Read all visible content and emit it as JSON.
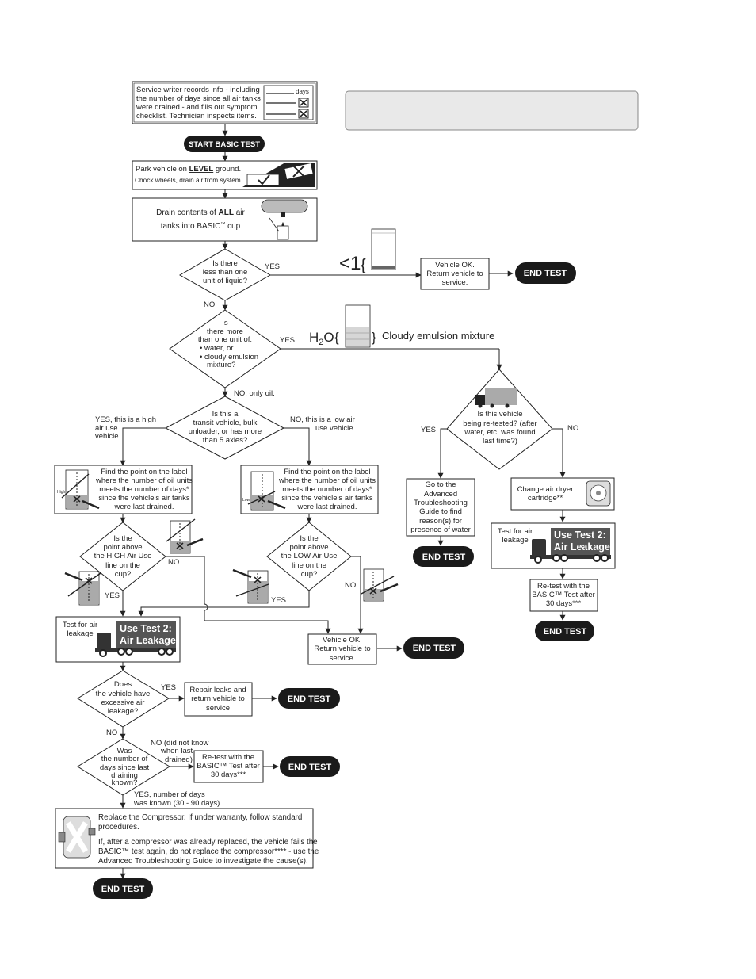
{
  "intro": {
    "lines": [
      "Service writer records info - including",
      "the number of days since all air tanks",
      "were drained - and fills out symptom",
      "checklist. Technician inspects items."
    ],
    "days_label": "days"
  },
  "start_label": "START BASIC TEST",
  "end_label": "END TEST",
  "park": {
    "pre": "Park vehicle on ",
    "level": "LEVEL",
    "post": " ground.",
    "line2": "Chock wheels, drain air from system."
  },
  "drain": {
    "pre": "Drain contents of ",
    "all": "ALL",
    "post": " air",
    "line2": "tanks into BASIC",
    "tm": "™",
    "line2_end": " cup"
  },
  "q1": {
    "lines": [
      "Is there",
      "less than one",
      "unit of liquid?"
    ],
    "yes": "YES",
    "no": "NO",
    "lt1": "<1"
  },
  "ok1": {
    "lines": [
      "Vehicle OK.",
      "Return vehicle to",
      "service."
    ]
  },
  "q2": {
    "lines": [
      "Is",
      "there more",
      "than one unit of:",
      "• water, or",
      "• cloudy emulsion",
      "mixture?"
    ],
    "yes": "YES",
    "no": "NO, only oil."
  },
  "h2o": {
    "h": "H",
    "sub": "2",
    "o": "O",
    "brace_open": "{",
    "brace_close": "}",
    "label": "Cloudy emulsion mixture"
  },
  "q3": {
    "lines": [
      "Is this a",
      "transit vehicle, bulk",
      "unloader, or has more",
      "than 5 axles?"
    ],
    "yes": [
      "YES, this is a high",
      "air use",
      "vehicle."
    ],
    "no": [
      "NO, this is a low air",
      "use vehicle."
    ]
  },
  "find_high": {
    "lines": [
      "Find the point on the label",
      "where the number of oil units",
      "meets the number of days*",
      "since the vehicle's air tanks",
      "were last drained."
    ],
    "tag": "High"
  },
  "find_low": {
    "lines": [
      "Find the point on the label",
      "where the number of oil units",
      "meets the number of days*",
      "since the vehicle's air tanks",
      "were last drained."
    ],
    "tag": "Low"
  },
  "q_high": {
    "lines": [
      "Is the",
      "point above",
      "the HIGH Air Use",
      "line on the",
      "cup?"
    ],
    "yes": "YES",
    "no": "NO"
  },
  "q_low": {
    "lines": [
      "Is the",
      "point above",
      "the LOW Air Use",
      "line on the",
      "cup?"
    ],
    "yes": "YES",
    "no": "NO"
  },
  "test_left": {
    "lines": [
      "Test for air",
      "leakage"
    ],
    "banner": [
      "Use Test 2:",
      "Air Leakage"
    ]
  },
  "ok2": {
    "lines": [
      "Vehicle OK.",
      "Return vehicle to",
      "service."
    ]
  },
  "q_retest": {
    "lines": [
      "Is this vehicle",
      "being re-tested? (after",
      "water, etc. was found",
      "last time?)"
    ],
    "yes": "YES",
    "no": "NO"
  },
  "adv": {
    "lines": [
      "Go to the",
      "Advanced",
      "Troubleshooting",
      "Guide to find",
      "reason(s) for",
      "presence of water"
    ]
  },
  "dryer": {
    "lines": [
      "Change air dryer",
      "cartridge**"
    ]
  },
  "test_right": {
    "lines": [
      "Test for air",
      "leakage"
    ],
    "banner": [
      "Use Test 2:",
      "Air Leakage"
    ]
  },
  "retest_right": {
    "lines": [
      "Re-test with the",
      "BASIC™ Test after",
      "30 days***"
    ]
  },
  "q_excess": {
    "lines": [
      "Does",
      "the vehicle have",
      "excessive air",
      "leakage?"
    ],
    "yes": "YES",
    "no": "NO"
  },
  "repair": {
    "lines": [
      "Repair leaks and",
      "return vehicle to",
      "service"
    ]
  },
  "q_days": {
    "lines": [
      "Was",
      "the number of",
      "days since last",
      "draining",
      "known?"
    ],
    "no": [
      "NO (did not know",
      "when last",
      "drained)"
    ],
    "yes": [
      "YES, number of days",
      "was known (30 - 90 days)"
    ]
  },
  "retest_left": {
    "lines": [
      "Re-test with the",
      "BASIC™ Test after",
      "30 days***"
    ]
  },
  "replace": {
    "lines": [
      "Replace the Compressor.  If under warranty, follow standard",
      "procedures.",
      "If, after a compressor was already replaced, the vehicle fails the",
      "BASIC™ test again, do not replace the compressor**** - use the",
      "Advanced Troubleshooting Guide to investigate the cause(s)."
    ]
  }
}
